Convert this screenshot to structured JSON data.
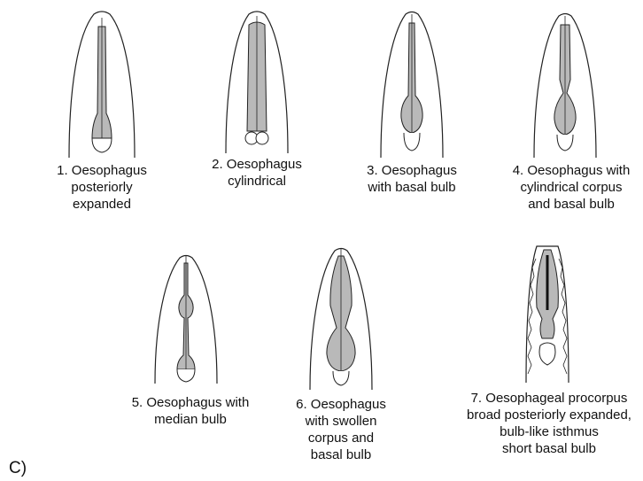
{
  "panel_label": "C)",
  "figures": [
    {
      "id": 1,
      "caption": "1. Oesophagus\nposteriorly\nexpanded"
    },
    {
      "id": 2,
      "caption": "2. Oesophagus\ncylindrical"
    },
    {
      "id": 3,
      "caption": "3. Oesophagus\nwith basal bulb"
    },
    {
      "id": 4,
      "caption": "4. Oesophagus with\ncylindrical corpus\nand basal bulb"
    },
    {
      "id": 5,
      "caption": "5. Oesophagus with\nmedian bulb"
    },
    {
      "id": 6,
      "caption": "6. Oesophagus\nwith swollen\ncorpus and\nbasal bulb"
    },
    {
      "id": 7,
      "caption": "7. Oesophageal procorpus\nbroad posteriorly expanded,\nbulb-like isthmus\nshort basal bulb"
    }
  ],
  "colors": {
    "oesophagus_fill": "#b9b9b9",
    "outline": "#222222",
    "background": "#ffffff"
  }
}
